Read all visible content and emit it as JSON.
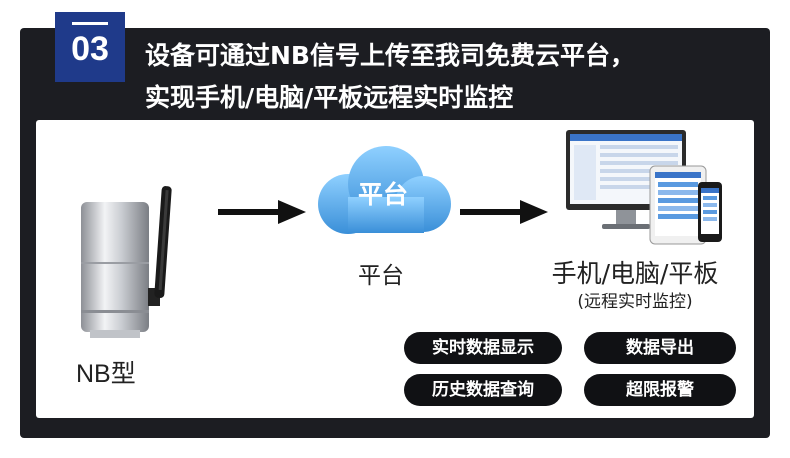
{
  "badge": {
    "number": "03"
  },
  "headline": {
    "line1": "设备可通过NB信号上传至我司免费云平台，",
    "line2": "实现手机/电脑/平板远程实时监控"
  },
  "device": {
    "label": "NB型"
  },
  "platform": {
    "cloud_text": "平台",
    "label": "平台"
  },
  "terminals": {
    "label": "手机/电脑/平板",
    "sublabel": "(远程实时监控)"
  },
  "features": [
    "实时数据显示",
    "数据导出",
    "历史数据查询",
    "超限报警"
  ],
  "colors": {
    "panel": "#1c1d22",
    "badge": "#1f3a8a",
    "cloud": "#4aa3e6",
    "pill": "#101114"
  }
}
